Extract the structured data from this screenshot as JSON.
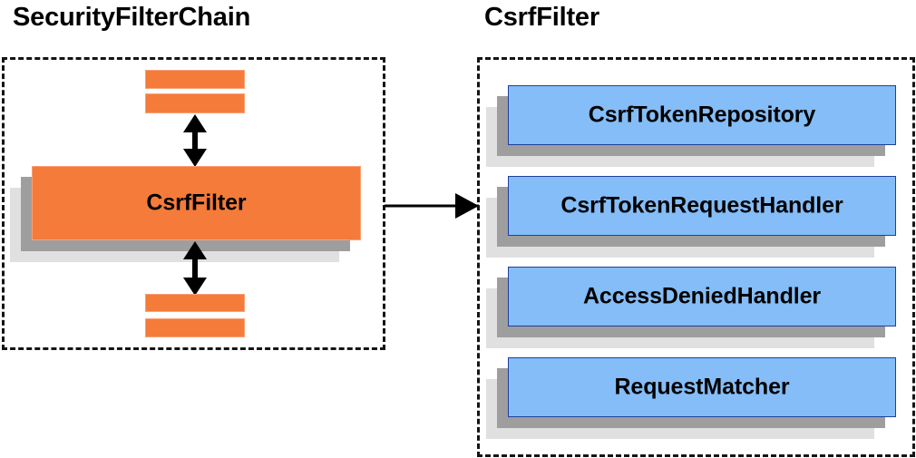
{
  "diagram": {
    "title_left": "SecurityFilterChain",
    "title_right": "CsrfFilter",
    "colors": {
      "orange": "#f47b39",
      "orange_border": "#f9a177",
      "blue": "#84bdf7",
      "blue_border": "#1f3f9e",
      "shadow_near": "#9e9e9e",
      "shadow_far": "#e0e0e0",
      "outline": "#141414",
      "background": "#ffffff",
      "text": "#000000"
    }
  },
  "left_panel": {
    "title": "SecurityFilterChain",
    "highlighted_filter": "CsrfFilter",
    "bars_above": [
      "filter-bar-1",
      "filter-bar-2"
    ],
    "bars_below": [
      "filter-bar-3",
      "filter-bar-4"
    ],
    "arrow_above": "bidirectional",
    "arrow_below": "bidirectional"
  },
  "right_panel": {
    "title": "CsrfFilter",
    "collaborators": [
      {
        "label": "CsrfTokenRepository"
      },
      {
        "label": "CsrfTokenRequestHandler"
      },
      {
        "label": "AccessDeniedHandler"
      },
      {
        "label": "RequestMatcher"
      }
    ]
  },
  "connector": {
    "direction": "right",
    "from": "SecurityFilterChain.CsrfFilter",
    "to": "CsrfFilter"
  }
}
